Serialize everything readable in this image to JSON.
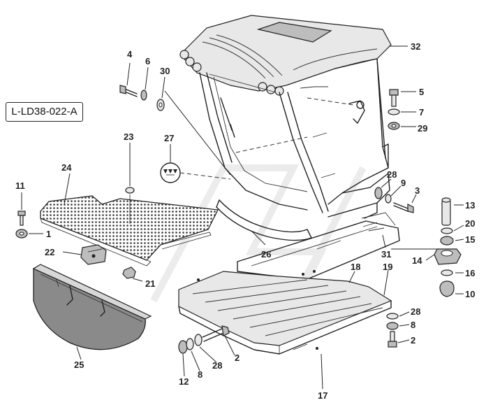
{
  "diagram": {
    "reference_code": "L-LD38-022-A",
    "callouts": [
      {
        "id": "c32",
        "label": "32"
      },
      {
        "id": "c4",
        "label": "4"
      },
      {
        "id": "c6",
        "label": "6"
      },
      {
        "id": "c30",
        "label": "30"
      },
      {
        "id": "c5",
        "label": "5"
      },
      {
        "id": "c7",
        "label": "7"
      },
      {
        "id": "c29",
        "label": "29"
      },
      {
        "id": "c23",
        "label": "23"
      },
      {
        "id": "c27",
        "label": "27"
      },
      {
        "id": "c24",
        "label": "24"
      },
      {
        "id": "c11",
        "label": "11"
      },
      {
        "id": "c1",
        "label": "1"
      },
      {
        "id": "c22",
        "label": "22"
      },
      {
        "id": "c21",
        "label": "21"
      },
      {
        "id": "c28a",
        "label": "28"
      },
      {
        "id": "c9",
        "label": "9"
      },
      {
        "id": "c3",
        "label": "3"
      },
      {
        "id": "c13",
        "label": "13"
      },
      {
        "id": "c20",
        "label": "20"
      },
      {
        "id": "c15",
        "label": "15"
      },
      {
        "id": "c14",
        "label": "14"
      },
      {
        "id": "c16",
        "label": "16"
      },
      {
        "id": "c10",
        "label": "10"
      },
      {
        "id": "c26",
        "label": "26"
      },
      {
        "id": "c31",
        "label": "31"
      },
      {
        "id": "c18",
        "label": "18"
      },
      {
        "id": "c19",
        "label": "19"
      },
      {
        "id": "c28b",
        "label": "28"
      },
      {
        "id": "c8a",
        "label": "8"
      },
      {
        "id": "c2a",
        "label": "2"
      },
      {
        "id": "c25",
        "label": "25"
      },
      {
        "id": "c12",
        "label": "12"
      },
      {
        "id": "c8b",
        "label": "8"
      },
      {
        "id": "c28c",
        "label": "28"
      },
      {
        "id": "c2b",
        "label": "2"
      },
      {
        "id": "c17",
        "label": "17"
      }
    ]
  }
}
